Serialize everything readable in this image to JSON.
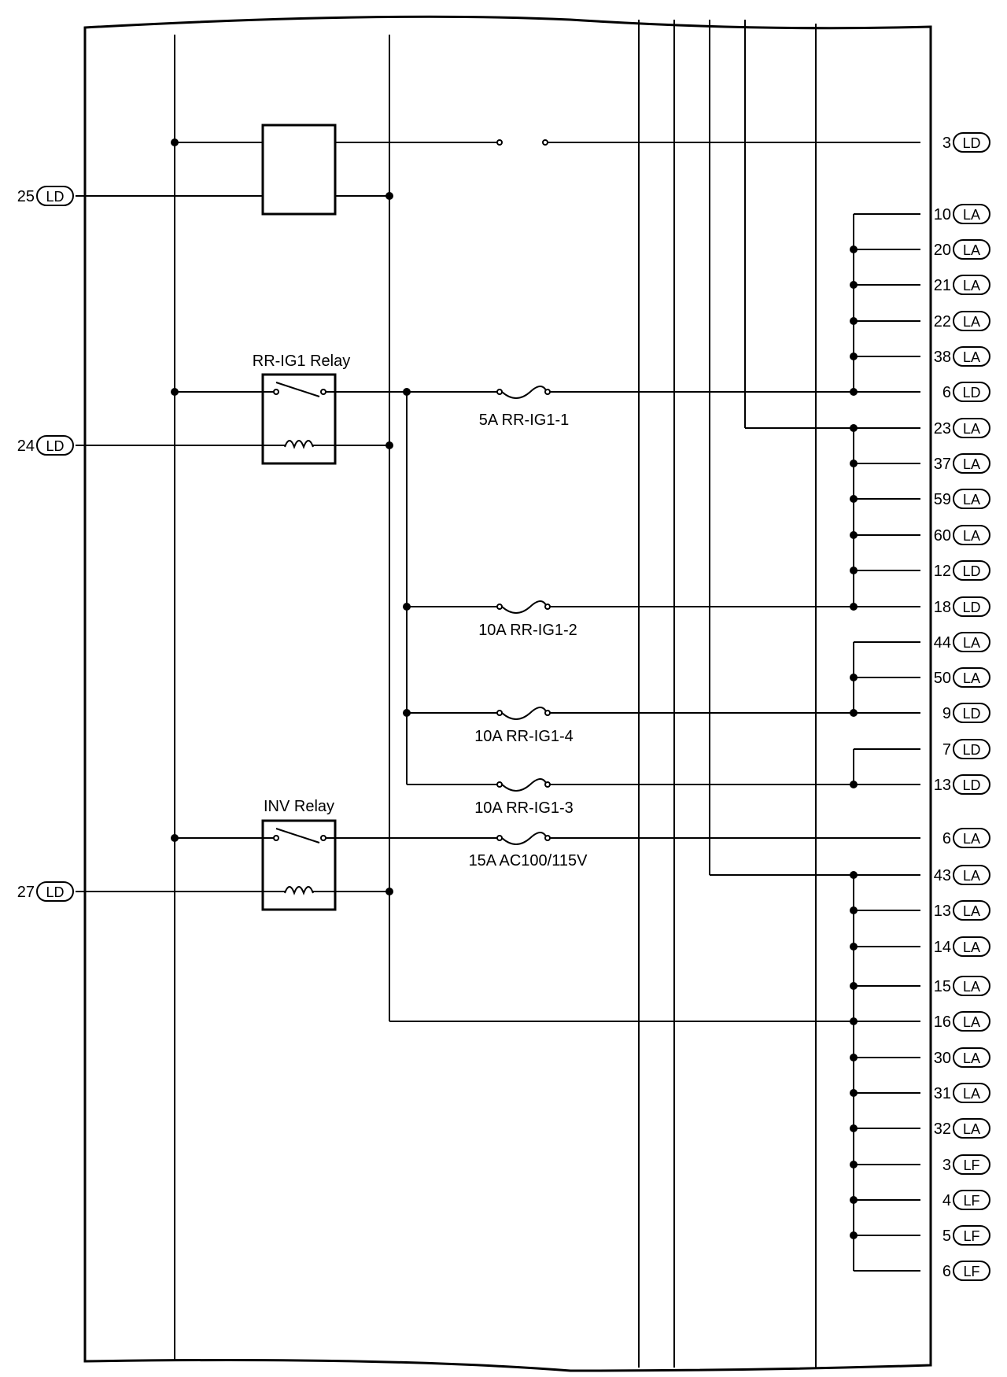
{
  "relays": {
    "rr_ig1": "RR-IG1 Relay",
    "inv": "INV Relay"
  },
  "fuses": {
    "rr_ig1_1": "5A RR-IG1-1",
    "rr_ig1_2": "10A RR-IG1-2",
    "rr_ig1_4": "10A RR-IG1-4",
    "rr_ig1_3": "10A RR-IG1-3",
    "ac100": "15A AC100/115V"
  },
  "left_connectors": [
    {
      "num": "25",
      "conn": "LD"
    },
    {
      "num": "24",
      "conn": "LD"
    },
    {
      "num": "27",
      "conn": "LD"
    }
  ],
  "right_connectors": [
    {
      "num": "3",
      "conn": "LD"
    },
    {
      "num": "10",
      "conn": "LA"
    },
    {
      "num": "20",
      "conn": "LA"
    },
    {
      "num": "21",
      "conn": "LA"
    },
    {
      "num": "22",
      "conn": "LA"
    },
    {
      "num": "38",
      "conn": "LA"
    },
    {
      "num": "6",
      "conn": "LD"
    },
    {
      "num": "23",
      "conn": "LA"
    },
    {
      "num": "37",
      "conn": "LA"
    },
    {
      "num": "59",
      "conn": "LA"
    },
    {
      "num": "60",
      "conn": "LA"
    },
    {
      "num": "12",
      "conn": "LD"
    },
    {
      "num": "18",
      "conn": "LD"
    },
    {
      "num": "44",
      "conn": "LA"
    },
    {
      "num": "50",
      "conn": "LA"
    },
    {
      "num": "9",
      "conn": "LD"
    },
    {
      "num": "7",
      "conn": "LD"
    },
    {
      "num": "13",
      "conn": "LD"
    },
    {
      "num": "6",
      "conn": "LA"
    },
    {
      "num": "43",
      "conn": "LA"
    },
    {
      "num": "13",
      "conn": "LA"
    },
    {
      "num": "14",
      "conn": "LA"
    },
    {
      "num": "15",
      "conn": "LA"
    },
    {
      "num": "16",
      "conn": "LA"
    },
    {
      "num": "30",
      "conn": "LA"
    },
    {
      "num": "31",
      "conn": "LA"
    },
    {
      "num": "32",
      "conn": "LA"
    },
    {
      "num": "3",
      "conn": "LF"
    },
    {
      "num": "4",
      "conn": "LF"
    },
    {
      "num": "5",
      "conn": "LF"
    },
    {
      "num": "6",
      "conn": "LF"
    }
  ]
}
